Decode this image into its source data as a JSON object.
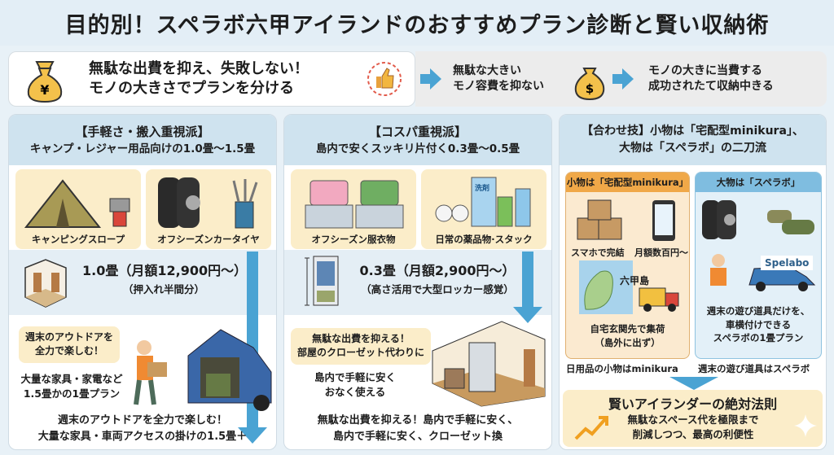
{
  "title": "目的別！スペラボ六甲アイランドのおすすめプラン診断と賢い収納術",
  "banner": {
    "main_line1": "無駄な出費を抑え、失敗しない！",
    "main_line2": "モノの大きさでプランを分ける",
    "step2_line1": "無駄な大きい",
    "step2_line2": "モノ容費を抑ない",
    "step3_line1": "モノの大きに当費する",
    "step3_line2": "成功されたて収納中きる",
    "accent": "#4aa3d3"
  },
  "panels": [
    {
      "heading": "【手軽さ・搬入重視派】",
      "subheading": "キャンプ・レジャー用品向けの1.0畳〜1.5畳",
      "items": [
        "キャンピングスロープ",
        "オフシーズンカータイヤ"
      ],
      "size": "1.0畳（月額12,900円〜）",
      "size_note": "（押入れ半間分）",
      "bubble_line1": "週末のアウトドアを",
      "bubble_line2": "全力で楽しむ！",
      "note_line1": "大量な家具・家電など",
      "note_line2": "1.5畳かの1畳プラン",
      "footer_line1": "週末のアウトドアを全力で楽しむ！",
      "footer_line2": "大量な家具・車両アクセスの掛けの1.5畳＋"
    },
    {
      "heading": "【コスパ重視派】",
      "subheading": "島内で安くスッキリ片付く0.3畳〜0.5畳",
      "items": [
        "オフシーズン服衣物",
        "日常の薬品物·スタック"
      ],
      "detergent_label": "洗剤",
      "size": "0.3畳（月額2,900円〜）",
      "size_note": "（高さ活用で大型ロッカー感覚）",
      "bubble_line1": "無駄な出費を抑える！",
      "bubble_line2": "部屋のクローゼット代わりに",
      "note_line1": "島内で手軽に安く",
      "note_line2": "おなく使える",
      "footer_line1": "無駄な出費を抑える！島内で手軽に安く、",
      "footer_line2": "島内で手軽に安く、クローゼット換"
    },
    {
      "heading_line1": "【合わせ技】小物は「宅配型minikura」、",
      "heading_line2": "大物は「スペラボ」の二刀流",
      "small": {
        "title": "小物は「宅配型minikura」",
        "phone_caption": "スマホで完結",
        "price_caption": "月額数百円〜",
        "map_label": "六甲島",
        "pickup_line1": "自宅玄関先で集荷",
        "pickup_line2": "（島外に出ず）",
        "caption": "日用品の小物はminikura",
        "color": "#f0a848"
      },
      "large": {
        "title": "大物は「スペラボ」",
        "logo": "Spelabo",
        "desc_line1": "週末の遊び道具だけを、",
        "desc_line2": "車横付けできる",
        "desc_line3": "スペラボの1畳プラン",
        "caption": "週末の遊び道具はスペラボ",
        "color": "#7fbde0"
      },
      "rule": {
        "title": "賢いアイランダーの絶対法則",
        "line1": "無駄なスペース代を極限まで",
        "line2": "削減しつつ、最高の利便性"
      }
    }
  ]
}
